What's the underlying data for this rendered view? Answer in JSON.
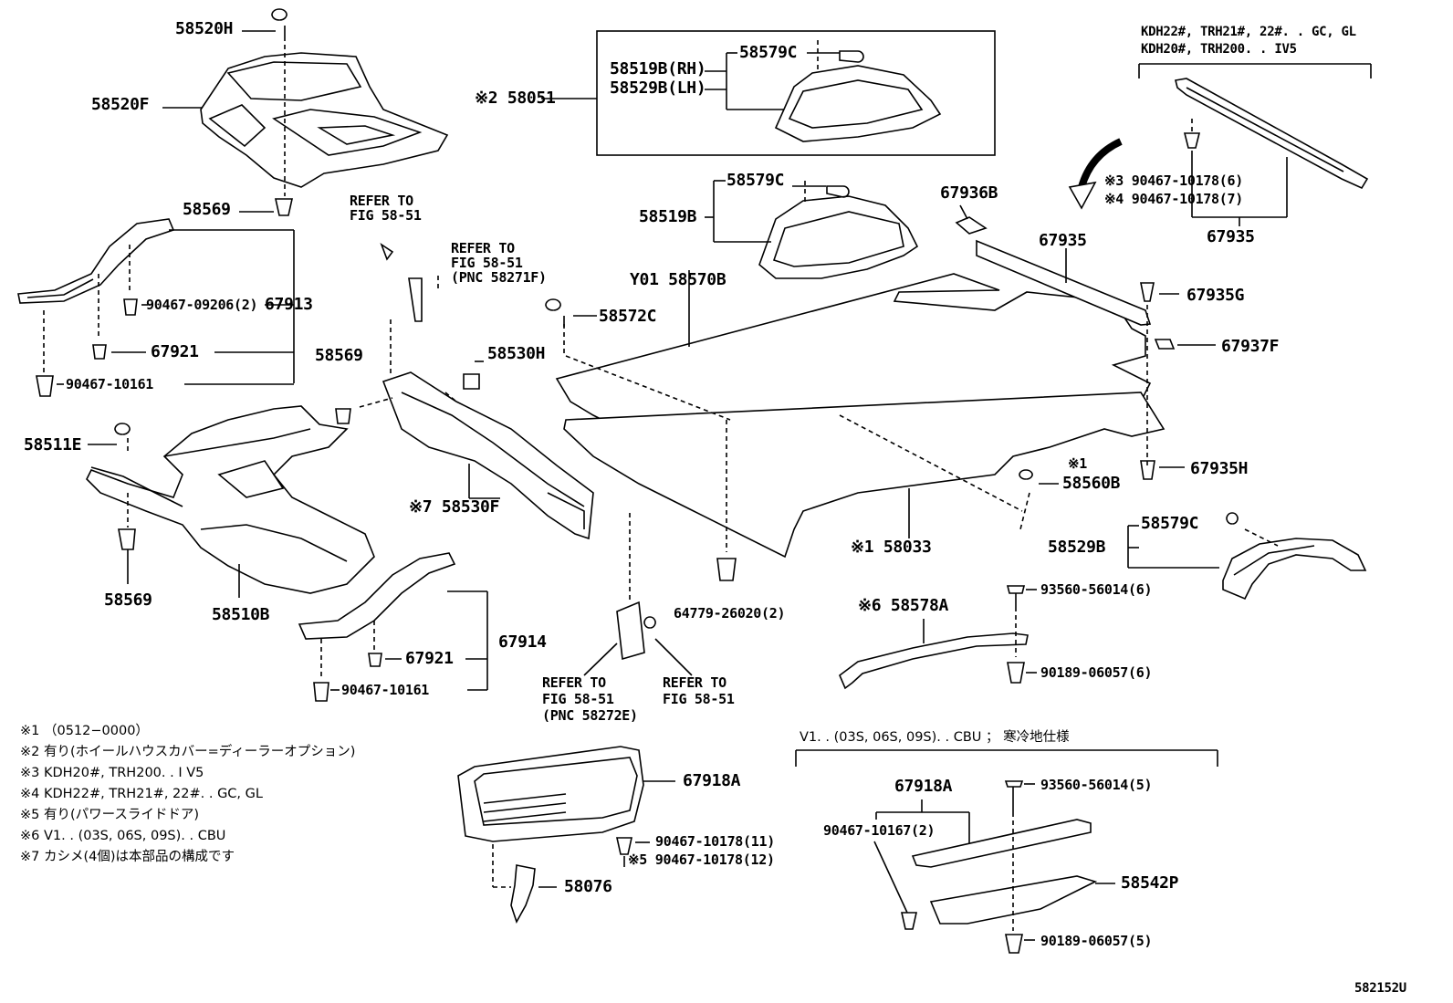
{
  "labels": {
    "p58520H": "58520H",
    "p58520F": "58520F",
    "p58569_a": "58569",
    "p67913": "67913",
    "p90467_09206": "90467-09206(2)",
    "p67921_a": "67921",
    "p90467_10161_a": "90467-10161",
    "ref1_l1": "REFER TO",
    "ref1_l2": "FIG 58-51",
    "ref2_l1": "REFER TO",
    "ref2_l2": "FIG 58-51",
    "ref2_l3": "(PNC 58271F)",
    "p58569_b": "58569",
    "p58530H": "58530H",
    "p58511E": "58511E",
    "p58530F": "※7 58530F",
    "p58569_c": "58569",
    "p58510B": "58510B",
    "p67921_b": "67921",
    "p67914": "67914",
    "p90467_10161_b": "90467-10161",
    "ref3_l1": "REFER TO",
    "ref3_l2": "FIG 58-51",
    "ref3_l3": "(PNC 58272E)",
    "ref4_l1": "REFER TO",
    "ref4_l2": "FIG 58-51",
    "p58051": "※2 58051",
    "p58519B_RH": "58519B(RH)",
    "p58529B_LH": "58529B(LH)",
    "p58579C_a": "58579C",
    "p58579C_b": "58579C",
    "p58519B": "58519B",
    "p58570B": "Y01 58570B",
    "p58572C": "58572C",
    "p64779": "64779-26020(2)",
    "p58033": "※1 58033",
    "p67936B": "67936B",
    "p67935_a": "67935",
    "p67935G": "67935G",
    "p67937F": "67937F",
    "p67935H": "67935H",
    "p58560B_mark": "※1",
    "p58560B": "58560B",
    "p58579C_c": "58579C",
    "p58529B": "58529B",
    "p93560_a": "93560-56014(6)",
    "p58578A": "※6 58578A",
    "p90189_a": "90189-06057(6)",
    "hdr_r1": "KDH22#, TRH21#, 22#. . GC, GL",
    "hdr_r2": "KDH20#, TRH200. . IV5",
    "p90467_10178_6": "※3 90467-10178(6)",
    "p90467_10178_7": "※4 90467-10178(7)",
    "p67935_b": "67935",
    "p67918A_a": "67918A",
    "p90467_10178_11": "90467-10178(11)",
    "p90467_10178_12": "※5 90467-10178(12)",
    "p58076": "58076",
    "hdr_v1": "V1. . (03S, 06S, 09S). . CBU ； 寒冷地仕様",
    "p67918A_b": "67918A",
    "p93560_b": "93560-56014(5)",
    "p90467_10167": "90467-10167(2)",
    "p58542P": "58542P",
    "p90189_b": "90189-06057(5)",
    "fig_no": "582152U"
  },
  "notes": [
    "※1 （0512−0000）",
    "※2 有り(ホイールハウスカバー=ディーラーオプション)",
    "※3 KDH20#, TRH200. . I V5",
    "※4 KDH22#, TRH21#, 22#. . GC, GL",
    "※5 有り(パワースライドドア)",
    "※6 V1. . (03S, 06S, 09S). . CBU",
    "※7 カシメ(4個)は本部品の構成です"
  ]
}
